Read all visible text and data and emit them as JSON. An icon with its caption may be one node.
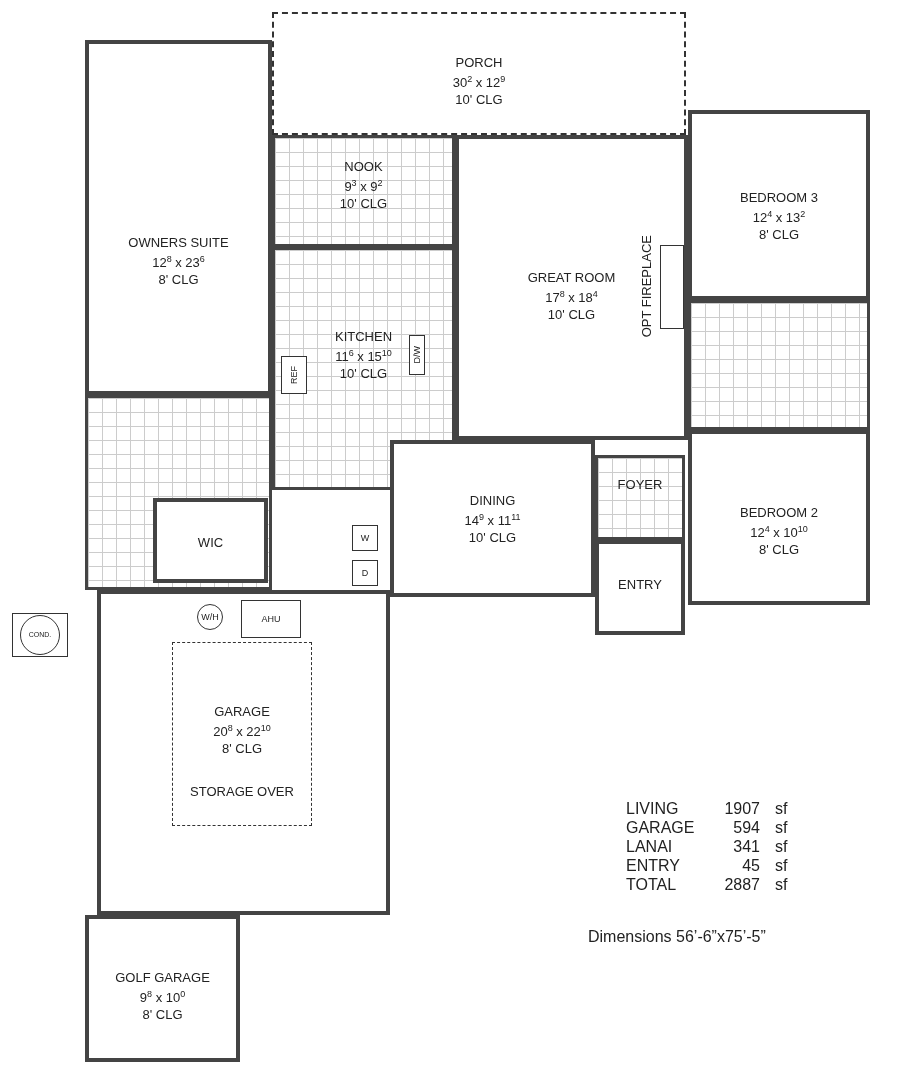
{
  "diagram": {
    "nodes": [
      {
        "text": [
          "PORCH",
          "30$^{2}$ x 12$^{9}$",
          "10' CLG"
        ]
      },
      {
        "text": [
          "NOOK",
          "9$^{3}$ x 9$^{2}$",
          "10' CLG"
        ]
      },
      {
        "text": [
          "OWNERS SUITE",
          "12$^{8}$ x 23$^{6}$",
          "8' CLG"
        ]
      },
      {
        "text": [],
        "shape": "box"
      },
      {
        "text": [
          "KITCHEN",
          "11$^{6}$ x 15$^{10}$",
          "10' CLG"
        ]
      },
      {
        "text": [
          "REF"
        ],
        "in": 4
      },
      {
        "text": [
          "D/W"
        ],
        "in": 4
      },
      {
        "text": [
          "GREAT ROOM",
          "17$^{8}$ x 18$^{4}$",
          "10' CLG"
        ]
      },
      {
        "text": [
          "OPT FIREPLACE"
        ],
        "in": 7
      },
      {
        "text": [
          "BEDROOM 3",
          "12$^{4}$ x 13$^{2}$",
          "8' CLG"
        ]
      },
      {
        "text": [],
        "shape": "box"
      },
      {
        "text": [
          "FOYER"
        ]
      },
      {
        "text": [
          "WIC"
        ],
        "in": 3
      },
      {
        "text": [
          "W"
        ]
      },
      {
        "text": [
          "D"
        ]
      },
      {
        "text": [
          "DINING",
          "14$^{9}$ x 11$^{11}$",
          "10' CLG"
        ]
      },
      {
        "text": [
          "BEDROOM 2",
          "12$^{4}$ x 10$^{10}$",
          "8' CLG"
        ]
      },
      {
        "text": [
          "ENTRY"
        ]
      },
      {
        "text": [
          "COND."
        ]
      },
      {
        "text": [],
        "shape": "box"
      },
      {
        "text": [
          "W/H"
        ],
        "in": 19
      },
      {
        "text": [
          "AHU"
        ],
        "in": 19
      },
      {
        "text": [
          "GARAGE",
          "20$^{8}$ x 22$^{10}$",
          "8' CLG",
          "STORAGE OVER"
        ],
        "in": 19
      },
      {
        "text": [
          "GOLF GARAGE",
          "9$^{8}$ x 10$^{0}$",
          "8' CLG"
        ]
      }
    ],
    "labels": [
      "LIVING",
      "1907",
      "sf",
      "GARAGE",
      "594",
      "sf",
      "LANAI",
      "341",
      "sf",
      "ENTRY",
      "45",
      "sf",
      "TOTAL",
      "2887",
      "sf",
      "Dimensions 56’-6”x75’-5”"
    ]
  }
}
